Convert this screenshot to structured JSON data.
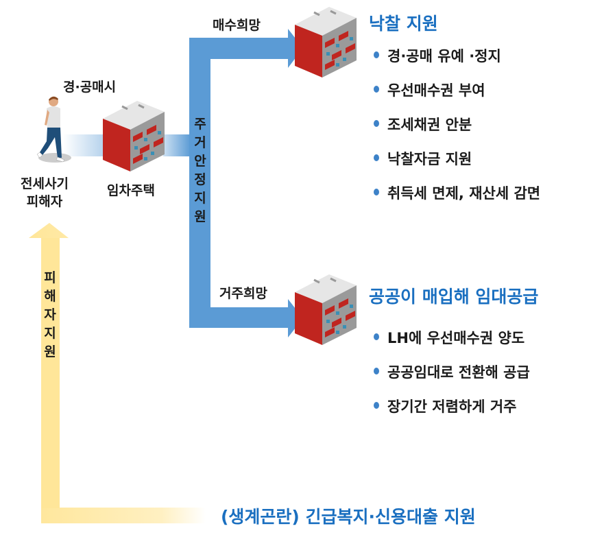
{
  "victim": {
    "auction_label": "경·공매시",
    "person_label_line1": "전세사기",
    "person_label_line2": "피해자",
    "house_label": "임차주택"
  },
  "housing_support": {
    "vertical_label": "주거안정 지원",
    "purchase_label": "매수희망",
    "residence_label": "거주희망"
  },
  "winning_bid": {
    "title": "낙찰 지원",
    "items": [
      "경·공매 유예 ·정지",
      "우선매수권 부여",
      "조세채권 안분",
      "낙찰자금 지원",
      "취득세 면제, 재산세 감면"
    ]
  },
  "public_purchase": {
    "title": "공공이 매입해 임대공급",
    "items": [
      "LH에 우선매수권 양도",
      "공공임대로 전환해 공급",
      "장기간 저렴하게 거주"
    ]
  },
  "victim_support": {
    "vertical_label": "피해자 지원",
    "bottom_label": "(생계곤란) 긴급복지·신용대출 지원"
  },
  "colors": {
    "blue_arrow": "#5b9bd5",
    "yellow_arrow": "#ffe699",
    "title_blue": "#1a6fc0",
    "building_red": "#c0251f"
  }
}
